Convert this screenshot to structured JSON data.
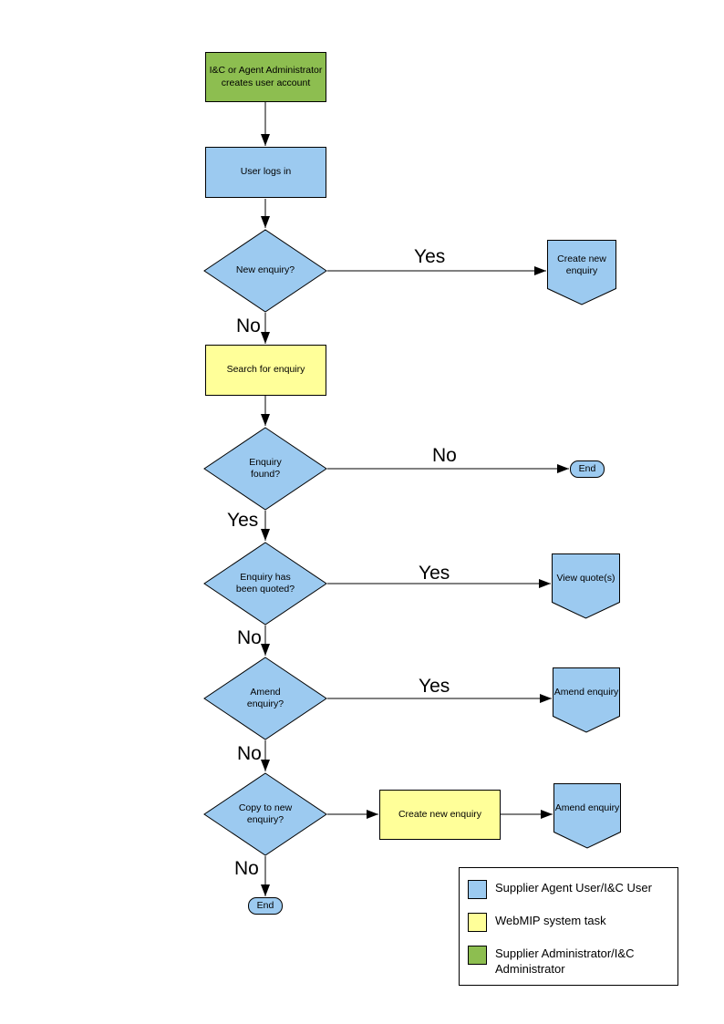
{
  "colors": {
    "user": "#9CCAF0",
    "system": "#FFFF99",
    "admin": "#8DBE50",
    "stroke": "#000000"
  },
  "nodes": {
    "admin_creates_account": {
      "label": "I&C or Agent Administrator\ncreates user account",
      "type": "process",
      "role": "admin"
    },
    "user_logs_in": {
      "label": "User logs in",
      "type": "process",
      "role": "user"
    },
    "new_enquiry": {
      "label": "New enquiry?",
      "type": "decision",
      "role": "user"
    },
    "create_new_enquiry_link": {
      "label": "Create new\nenquiry",
      "type": "offpage",
      "role": "user"
    },
    "search_for_enquiry": {
      "label": "Search for enquiry",
      "type": "process",
      "role": "system"
    },
    "enquiry_found": {
      "label": "Enquiry\nfound?",
      "type": "decision",
      "role": "user"
    },
    "end_top": {
      "label": "End",
      "type": "terminator",
      "role": "user"
    },
    "enquiry_quoted": {
      "label": "Enquiry has\nbeen quoted?",
      "type": "decision",
      "role": "user"
    },
    "view_quotes": {
      "label": "View quote(s)",
      "type": "offpage",
      "role": "user"
    },
    "amend_enquiry_decision": {
      "label": "Amend\nenquiry?",
      "type": "decision",
      "role": "user"
    },
    "amend_enquiry_link": {
      "label": "Amend enquiry",
      "type": "offpage",
      "role": "user"
    },
    "copy_to_new_enquiry": {
      "label": "Copy to new\nenquiry?",
      "type": "decision",
      "role": "user"
    },
    "create_new_enquiry_task": {
      "label": "Create new enquiry",
      "type": "process",
      "role": "system"
    },
    "amend_enquiry_link_2": {
      "label": "Amend enquiry",
      "type": "offpage",
      "role": "user"
    },
    "end_bottom": {
      "label": "End",
      "type": "terminator",
      "role": "user"
    }
  },
  "edge_labels": {
    "new_enquiry_yes": "Yes",
    "new_enquiry_no": "No",
    "enquiry_found_no": "No",
    "enquiry_found_yes": "Yes",
    "enquiry_quoted_yes": "Yes",
    "enquiry_quoted_no": "No",
    "amend_enquiry_yes": "Yes",
    "amend_enquiry_no": "No",
    "copy_to_new_no": "No"
  },
  "legend": {
    "items": [
      {
        "label": "Supplier Agent User/I&C User",
        "color": "#9CCAF0"
      },
      {
        "label": "WebMIP system task",
        "color": "#FFFF99"
      },
      {
        "label": "Supplier Administrator/I&C\nAdministrator",
        "color": "#8DBE50"
      }
    ]
  }
}
